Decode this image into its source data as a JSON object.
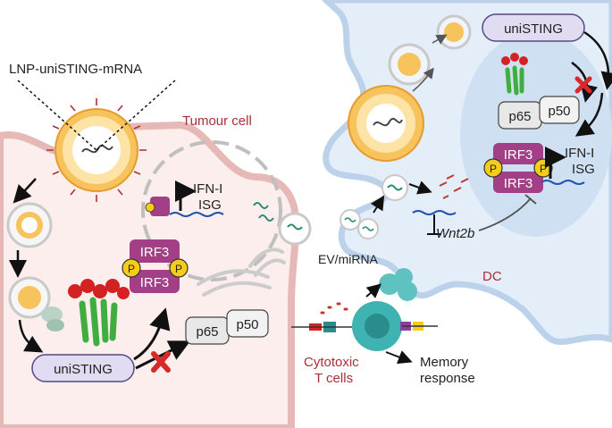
{
  "labels": {
    "lnp": "LNP-uniSTING-mRNA",
    "tumour_cell": "Tumour cell",
    "dc": "DC",
    "ev_mirna": "EV/miRNA",
    "wnt2b": "Wnt2b",
    "cytotoxic_line1": "Cytotoxic",
    "cytotoxic_line2": "T cells",
    "memory_line1": "Memory",
    "memory_line2": "response",
    "unisting": "uniSTING",
    "p65": "p65",
    "p50": "p50",
    "irf3": "IRF3",
    "phospho": "P",
    "ifn": "IFN-I",
    "isg": "ISG"
  },
  "colors": {
    "tumour_membrane": "#e7b9b6",
    "tumour_fill": "#fbeeed",
    "dc_membrane": "#bcd2ea",
    "dc_fill": "#e4eef9",
    "unisting_fill": "#e2dcf2",
    "irf3_fill": "#a23f86",
    "phospho_fill": "#f5cc18",
    "lnp_fill": "#f7c35c",
    "inhibit_cross": "#d52a2a",
    "label_red": "#a8303a"
  }
}
